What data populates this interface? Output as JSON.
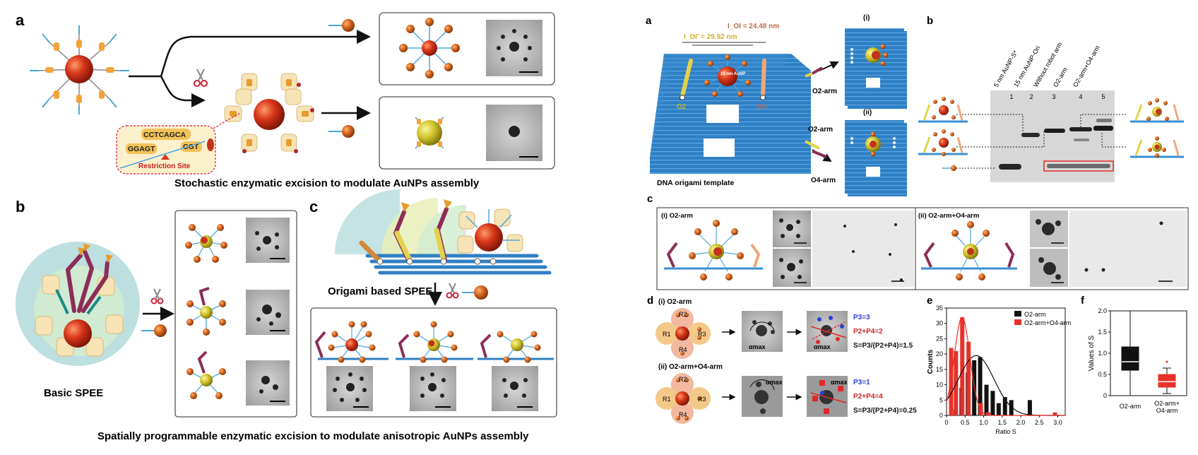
{
  "left": {
    "panel_a": {
      "letter": "a",
      "seq_top": "CCTCAGCA",
      "seq_left": "GGAGT",
      "seq_right": "CGT",
      "restriction": "Restriction Site",
      "caption": "Stochastic enzymatic excision to modulate AuNPs assembly"
    },
    "panel_b": {
      "letter": "b",
      "label": "Basic SPEE"
    },
    "panel_c": {
      "letter": "c",
      "label": "Origami based SPEE"
    },
    "caption_bottom": "Spatially programmable enzymatic excision to modulate anisotropic AuNPs assembly"
  },
  "right": {
    "panel_a": {
      "letter": "a",
      "ioi": "I_OI = 24.48 nm",
      "ioi2": "I_OI' = 29.92 nm",
      "np": "15 nm AuNP",
      "o2": "O2",
      "o4": "O4",
      "template": "DNA origami template",
      "i": "(i)",
      "ii": "(ii)",
      "arm1": "O2-arm",
      "arm2": "O2-arm",
      "arm3": "O4-arm"
    },
    "panel_b": {
      "letter": "b",
      "lanes": [
        "5 nm AuNP-S*",
        "15 nm AuNP-Ori",
        "Without robot arm",
        "O2-arm",
        "O2-arm+O4-arm"
      ],
      "lane_nums": [
        "1",
        "2",
        "3",
        "4",
        "5"
      ]
    },
    "panel_c": {
      "letter": "c",
      "i": "(i) O2-arm",
      "ii": "(ii) O2-arm+O4-arm"
    },
    "panel_d": {
      "letter": "d",
      "i": "(i) O2-arm",
      "ii": "(ii) O2-arm+O4-arm",
      "r_labels": [
        "R1",
        "R2",
        "R3",
        "R4"
      ],
      "amax": "αmax",
      "i_p3": "P3=3",
      "i_p24": "P2+P4=2",
      "i_s": "S=P3/(P2+P4)=1.5",
      "ii_p3": "P3=1",
      "ii_p24": "P2+P4=4",
      "ii_s": "S=P3/(P2+P4)=0.25"
    },
    "panel_e": {
      "letter": "e"
    },
    "panel_f": {
      "letter": "f"
    }
  },
  "chart_data": [
    {
      "type": "bar",
      "panel": "e",
      "xlabel": "Ratio S",
      "ylabel": "Counts",
      "xlim": [
        0,
        3.2
      ],
      "ylim": [
        0,
        35
      ],
      "xticks": [
        "0",
        "0.5",
        "1.0",
        "1.5",
        "2.0",
        "2.5",
        "3.0"
      ],
      "yticks": [
        "0",
        "5",
        "10",
        "15",
        "20",
        "25",
        "30",
        "35"
      ],
      "legend": [
        "O2-arm",
        "O2-arm+O4-arm"
      ],
      "legend_position": "top-right",
      "colors": [
        "#111111",
        "#e8302a"
      ],
      "series": [
        {
          "name": "O2-arm",
          "x": [
            0.17,
            0.33,
            0.5,
            0.67,
            0.83,
            1.0,
            1.17,
            1.33,
            1.5,
            1.67,
            2.17
          ],
          "values": [
            2,
            9,
            14,
            18,
            19,
            10,
            8,
            4,
            6,
            5,
            5
          ]
        },
        {
          "name": "O2-arm+O4-arm",
          "x": [
            0.2,
            0.33,
            0.5,
            0.67,
            1.0,
            1.2,
            3.0
          ],
          "values": [
            22,
            21,
            32,
            24,
            4,
            1,
            1
          ]
        }
      ],
      "fits": [
        {
          "name": "O2-arm",
          "mean": 0.8,
          "sd": 0.48,
          "peak": 19.5,
          "color": "#111111"
        },
        {
          "name": "O2-arm+O4-arm",
          "mean": 0.42,
          "sd": 0.21,
          "peak": 32,
          "color": "#e8302a"
        }
      ]
    },
    {
      "type": "box",
      "panel": "f",
      "ylabel": "Values of S",
      "ylim": [
        0,
        2.0
      ],
      "yticks": [
        "0",
        "0.5",
        "1.0",
        "1.5",
        "2.0"
      ],
      "categories": [
        "O2-arm",
        "O2-arm+ O4-arm"
      ],
      "boxes": [
        {
          "name": "O2-arm",
          "min": 0.0,
          "q1": 0.6,
          "median": 0.8,
          "q3": 1.15,
          "max": 2.0,
          "outliers": [],
          "color": "#111111"
        },
        {
          "name": "O2-arm+O4-arm",
          "min": 0.05,
          "q1": 0.2,
          "median": 0.33,
          "q3": 0.5,
          "max": 0.65,
          "outliers": [
            0.8
          ],
          "color": "#e8302a"
        }
      ]
    }
  ]
}
